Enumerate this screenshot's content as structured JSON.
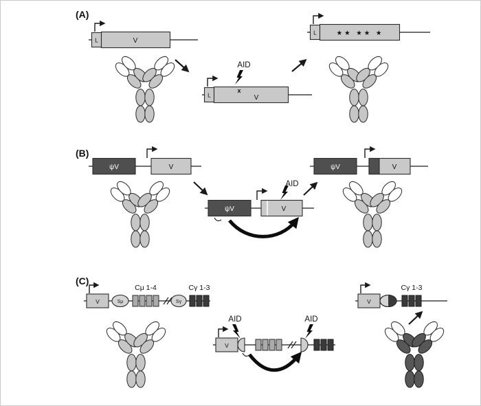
{
  "panels": {
    "a": {
      "label": "(A)",
      "aid": "AID",
      "leader": "L",
      "v": "V",
      "mutation_mark": "x",
      "stars": "★★ ★★ ★"
    },
    "b": {
      "label": "(B)",
      "aid": "AID",
      "pseudo_v": "ψV",
      "v": "V"
    },
    "c": {
      "label": "(C)",
      "aid": "AID",
      "v": "V",
      "s_mu": "Sμ",
      "s_gamma": "Sγ",
      "c_mu": "Cμ 1-4",
      "c_gamma": "Cγ 1-3"
    }
  },
  "colors": {
    "box_light": "#c9c9c9",
    "box_dark": "#4f4f4f",
    "box_darker": "#3a3a3a",
    "antibody_gray": "#c6c6c6",
    "antibody_dark": "#575757",
    "outline": "#1a1a1a"
  }
}
